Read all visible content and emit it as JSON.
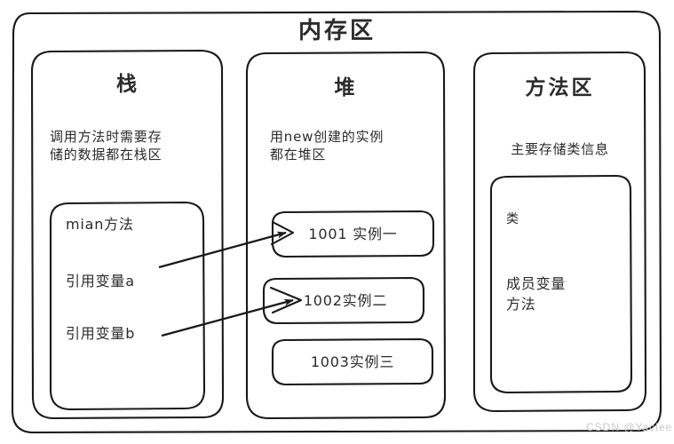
{
  "diagram": {
    "title": "内存区",
    "watermark": "CSDN @Yaclee",
    "stroke_color": "#1a1a1a",
    "text_color": "#2b2b2b",
    "background_color": "#ffffff"
  },
  "zones": {
    "stack": {
      "title": "栈",
      "description": "调用方法时需要存\n储的数据都在栈区",
      "frame": {
        "label": "mian方法",
        "variables": [
          {
            "label": "引用变量a"
          },
          {
            "label": "引用变量b"
          }
        ]
      }
    },
    "heap": {
      "title": "堆",
      "description": "用new创建的实例\n都在堆区",
      "instances": [
        {
          "label": "1001 实例一"
        },
        {
          "label": "1002实例二"
        },
        {
          "label": "1003实例三"
        }
      ]
    },
    "method_area": {
      "title": "方法区",
      "description": "主要存储类信息",
      "class_box": {
        "class_label": "类",
        "members": "成员变量\n方法"
      }
    }
  },
  "arrows": [
    {
      "from": "引用变量a",
      "to": "1001 实例一"
    },
    {
      "from": "引用变量b",
      "to": "1002实例二"
    }
  ]
}
